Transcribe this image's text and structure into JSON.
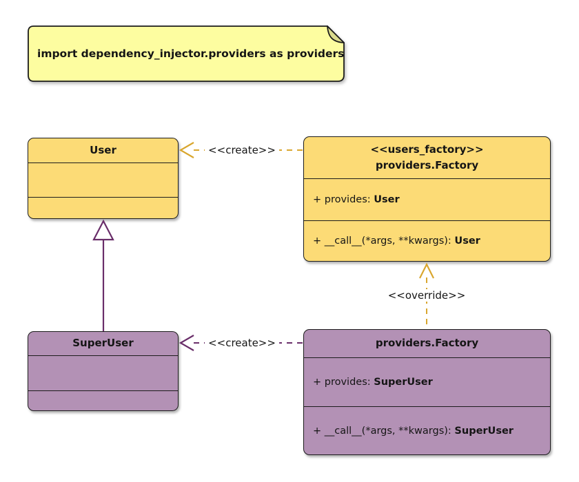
{
  "note": {
    "text": "import dependency_injector.providers as providers"
  },
  "classes": {
    "user": {
      "name": "User"
    },
    "users_factory": {
      "stereotype": "<<users_factory>>",
      "name": "providers.Factory",
      "attribute": {
        "text": "+ provides: ",
        "type": "User"
      },
      "method": {
        "text": "+ __call__(*args, **kwargs): ",
        "type": "User"
      }
    },
    "superuser": {
      "name": "SuperUser"
    },
    "superuser_factory": {
      "name": "providers.Factory",
      "attribute": {
        "text": "+ provides: ",
        "type": "SuperUser"
      },
      "method": {
        "text": "+ __call__(*args, **kwargs): ",
        "type": "SuperUser"
      }
    }
  },
  "edges": {
    "create_user": {
      "label": "<<create>>"
    },
    "create_superuser": {
      "label": "<<create>>"
    },
    "override": {
      "label": "<<override>>"
    }
  },
  "colors": {
    "class_yellow": "#FCDB76",
    "class_purple": "#B391B5",
    "note_yellow": "#FDFDA0",
    "note_fold": "#D9D98C",
    "edge_gold": "#D9A62E",
    "edge_purple": "#692D69",
    "border": "#1B1B1B"
  }
}
